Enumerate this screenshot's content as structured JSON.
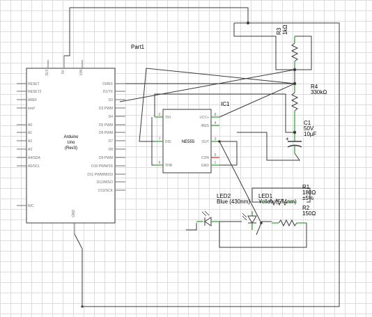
{
  "labels": {
    "part1": "Part1",
    "ic1": "IC1",
    "r3_name": "R3",
    "r3_value": "1kΩ",
    "r4_name": "R4",
    "r4_value": "330kΩ",
    "c1_name": "C1",
    "c1_voltage": "50V",
    "c1_value": "10µF",
    "led2_name": "LED2",
    "led2_desc": "Blue (430nm)",
    "led1_name": "LED1",
    "led1_desc": "Yellow (574nm)",
    "r1_name": "R1",
    "r1_value": "180Ω",
    "r1_tol": "±5%",
    "r2_name": "R2",
    "r2_value": "150Ω"
  },
  "arduino": {
    "line1": "Arduino",
    "line2": "Uno",
    "line3": "(Rev3)",
    "top_pins": [
      "3V3",
      "5V",
      "VIN"
    ],
    "bottom_pin": "GND",
    "left_pins": [
      "RESET",
      "RESET2",
      "AREF",
      "ioref",
      "A0",
      "A1",
      "A2",
      "A3",
      "A4/SDA",
      "A5/SCL",
      "N/C"
    ],
    "right_pins": [
      "D0/RX",
      "D1/TX",
      "D2",
      "D3 PWM",
      "D4",
      "D5 PWM",
      "D6 PWM",
      "D7",
      "D8",
      "D9 PWM",
      "D10 PWM/SS",
      "D11 PWM/MOSI",
      "D12/MISO",
      "D13/SCK"
    ]
  },
  "ne555": {
    "name": "NE555",
    "left_pins": [
      "TRI",
      "DIS",
      "THR"
    ],
    "right_pins": [
      "VCC+",
      "/RES",
      "OUT",
      "CON",
      "GND"
    ],
    "pin_numbers": [
      "2",
      "7",
      "6",
      "8",
      "4",
      "3",
      "5",
      "1"
    ]
  },
  "colors": {
    "wire": "#3a3a3a",
    "pin": "#2f9e2f",
    "grid": "#dcdcdc",
    "unconnected": "#e03030"
  }
}
